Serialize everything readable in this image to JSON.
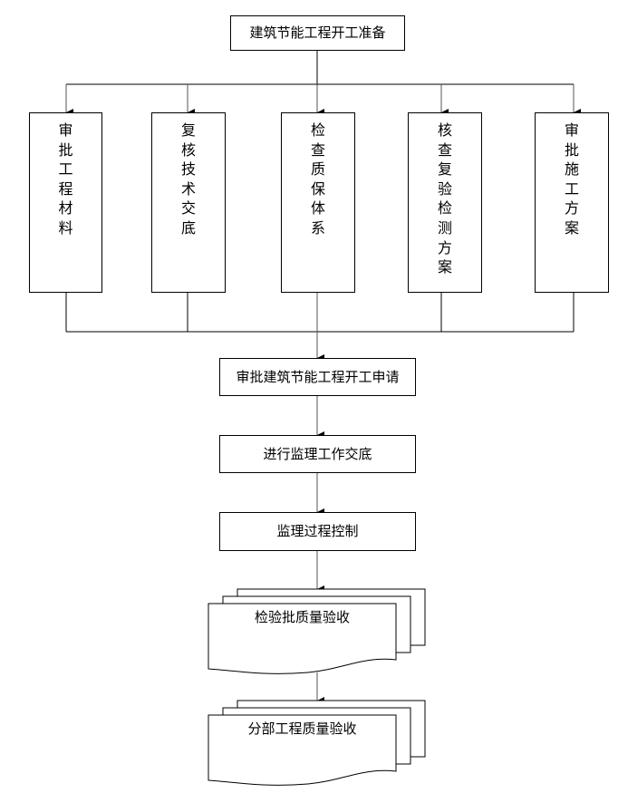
{
  "title": "建筑节能工程开工准备",
  "parallel_steps": [
    {
      "label": "审批工程材料"
    },
    {
      "label": "复核技术交底"
    },
    {
      "label": "检查质保体系"
    },
    {
      "label": "核查复验检测方案"
    },
    {
      "label": "审批施工方案"
    }
  ],
  "sequential_steps": [
    {
      "label": "审批建筑节能工程开工申请"
    },
    {
      "label": "进行监理工作交底"
    },
    {
      "label": "监理过程控制"
    }
  ],
  "document_steps": [
    {
      "label": "检验批质量验收"
    },
    {
      "label": "分部工程质量验收"
    }
  ],
  "colors": {
    "line": "#000000",
    "background": "#ffffff"
  }
}
